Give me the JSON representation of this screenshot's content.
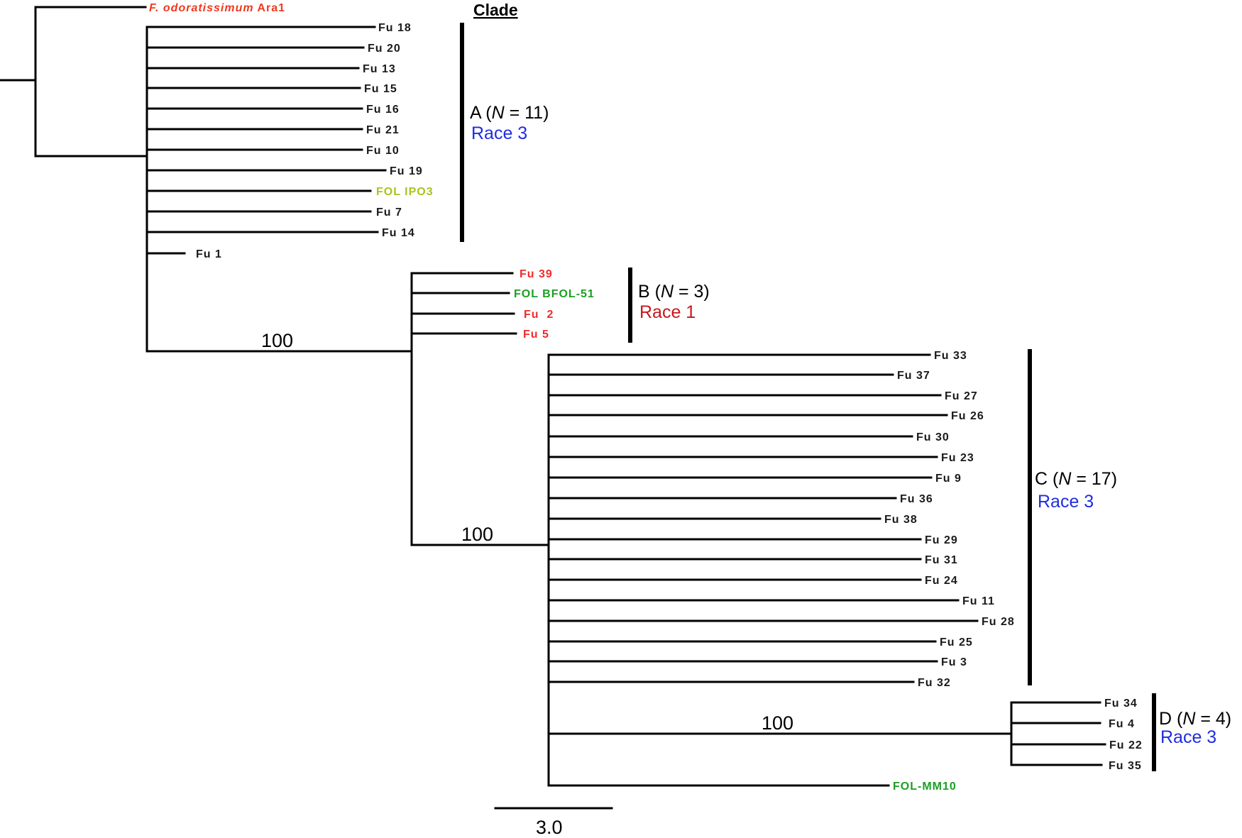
{
  "header": {
    "clade_title": "Clade"
  },
  "colors": {
    "leaf_default": "#1a1a1a",
    "outgroup": "#f0391e",
    "race1": "#ef2b2b",
    "fol_green": "#1aa023",
    "fol_yellow": "#a6c51f",
    "race3_label": "#1f2de0",
    "race1_label": "#c8171b"
  },
  "outgroup": {
    "label_italic": "F. odoratissimum",
    "label_rest": " Ara1"
  },
  "leaves": {
    "fu18": "Fu 18",
    "fu20": "Fu 20",
    "fu13": "Fu 13",
    "fu15": "Fu 15",
    "fu16": "Fu 16",
    "fu21": "Fu 21",
    "fu10": "Fu 10",
    "fu19": "Fu 19",
    "folipo3": "FOL IPO3",
    "fu7": "Fu 7",
    "fu14": "Fu 14",
    "fu1": "Fu 1",
    "fu39": "Fu 39",
    "folbfol51": "FOL BFOL-51",
    "fu2": "Fu  2",
    "fu5": "Fu 5",
    "fu33": "Fu 33",
    "fu37": "Fu 37",
    "fu27": "Fu 27",
    "fu26": "Fu 26",
    "fu30": "Fu 30",
    "fu23": "Fu 23",
    "fu9": "Fu 9",
    "fu36": "Fu 36",
    "fu38": "Fu 38",
    "fu29": "Fu 29",
    "fu31": "Fu 31",
    "fu24": "Fu 24",
    "fu11": "Fu 11",
    "fu28": "Fu 28",
    "fu25": "Fu 25",
    "fu3": "Fu 3",
    "fu32": "Fu 32",
    "fu34": "Fu 34",
    "fu4": "Fu 4",
    "fu22": "Fu 22",
    "fu35": "Fu 35",
    "folmm10": "FOL-MM10"
  },
  "bootstrap": {
    "b_node": "100",
    "cd_node": "100",
    "d_node": "100"
  },
  "clades": {
    "a": {
      "letter": "A (",
      "n": "N",
      "count": " = 11)",
      "race": "Race 3"
    },
    "b": {
      "letter": "B (",
      "n": "N",
      "count": " = 3)",
      "race": "Race 1"
    },
    "c": {
      "letter": "C (",
      "n": "N",
      "count": " = 17)",
      "race": "Race 3"
    },
    "d": {
      "letter": "D (",
      "n": "N",
      "count": " = 4)",
      "race": "Race 3"
    }
  },
  "scale": {
    "label": "3.0"
  }
}
